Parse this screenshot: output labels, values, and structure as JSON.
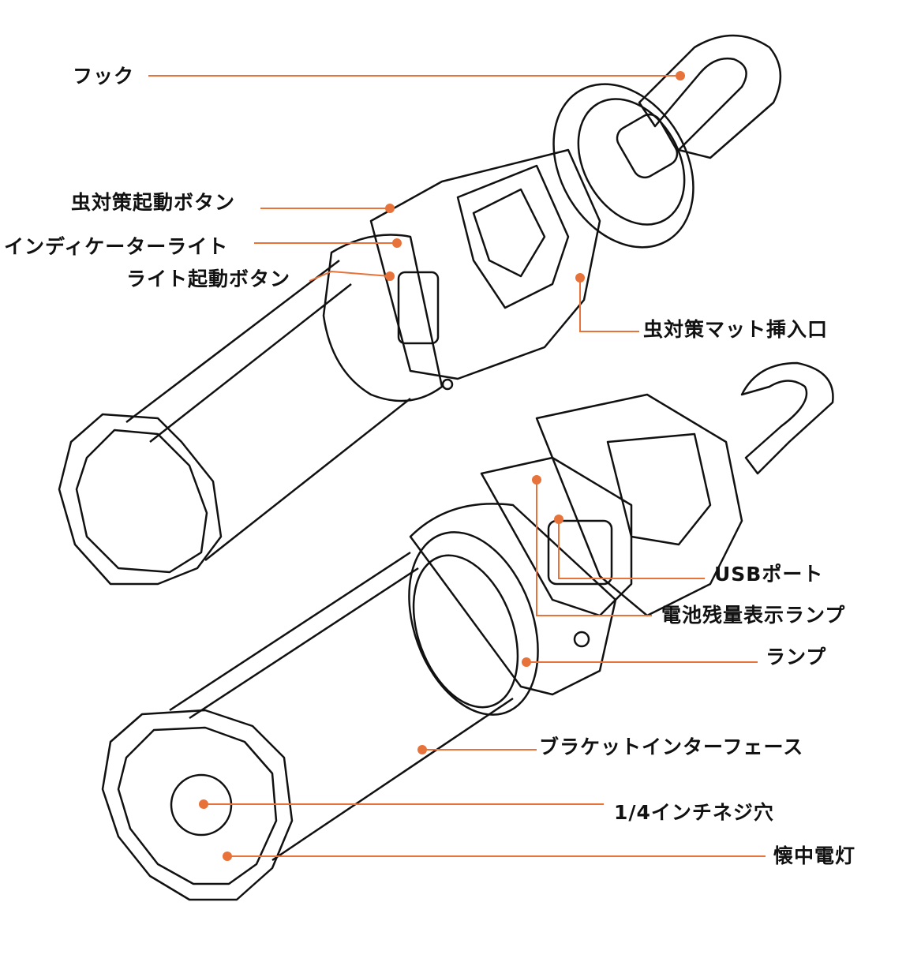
{
  "accent_color": "#e8733a",
  "labels": {
    "hook": "フック",
    "insect_button": "虫対策起動ボタン",
    "indicator_light": "インディケーターライト",
    "light_button": "ライト起動ボタン",
    "mat_slot": "虫対策マット挿入口",
    "usb_port": "USBポート",
    "battery_lamp": "電池残量表示ランプ",
    "lamp": "ランプ",
    "bracket_interface": "ブラケットインターフェース",
    "screw_hole": "1/4インチネジ穴",
    "flashlight": "懐中電灯"
  }
}
